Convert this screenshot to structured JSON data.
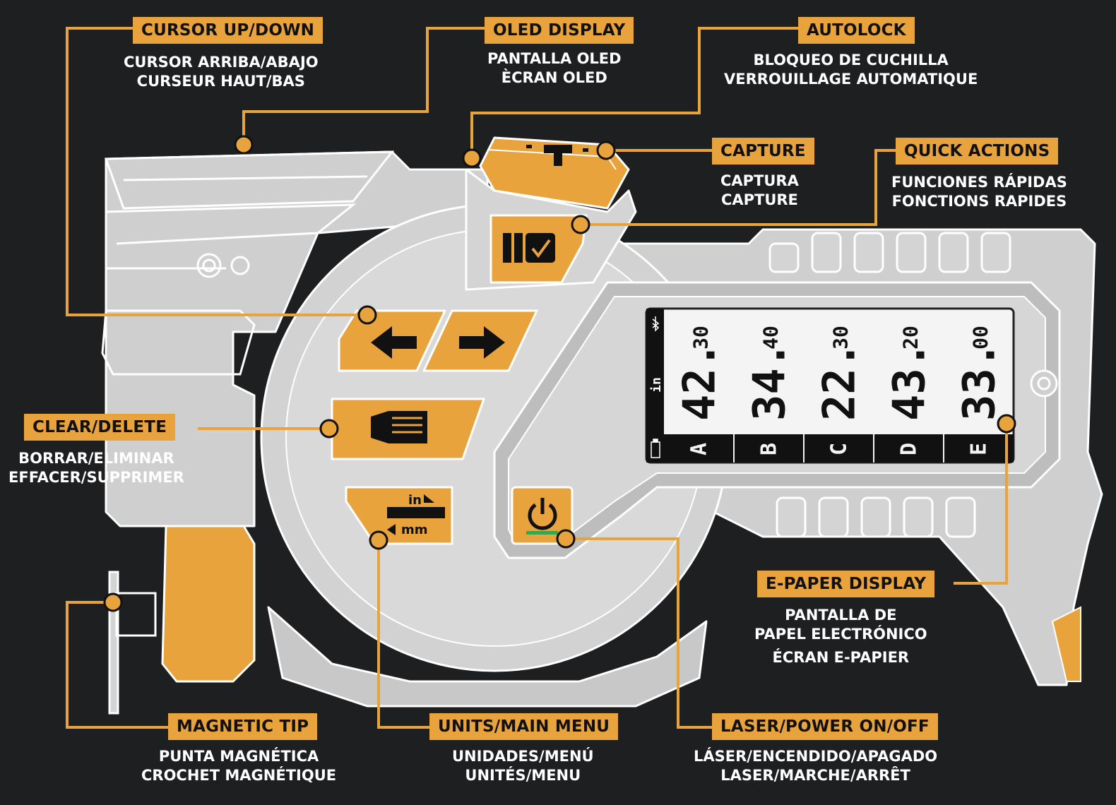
{
  "colors": {
    "background": "#1d1f21",
    "accent": "#e8a33d",
    "body": "#d4d4d4",
    "line": "#ffffff",
    "screen": "#f2f2f2"
  },
  "callouts": {
    "cursor_up_down": {
      "title": "CURSOR UP/DOWN",
      "lines": [
        "CURSOR ARRIBA/ABAJO",
        "CURSEUR HAUT/BAS"
      ]
    },
    "oled_display": {
      "title": "OLED DISPLAY",
      "lines": [
        "PANTALLA OLED",
        "ÈCRAN OLED"
      ]
    },
    "autolock": {
      "title": "AUTOLOCK",
      "lines": [
        "BLOQUEO DE CUCHILLA",
        "VERROUILLAGE AUTOMATIQUE"
      ]
    },
    "capture": {
      "title": "CAPTURE",
      "lines": [
        "CAPTURA",
        "CAPTURE"
      ]
    },
    "quick_actions": {
      "title": "QUICK ACTIONS",
      "lines": [
        "FUNCIONES RÁPIDAS",
        "FONCTIONS RAPIDES"
      ]
    },
    "clear_delete": {
      "title": "CLEAR/DELETE",
      "lines": [
        "BORRAR/ELIMINAR",
        "EFFACER/SUPPRIMER"
      ]
    },
    "epaper_display": {
      "title": "E-PAPER DISPLAY",
      "lines": [
        "PANTALLA DE",
        "PAPEL ELECTRÓNICO",
        "ÉCRAN E-PAPIER"
      ]
    },
    "magnetic_tip": {
      "title": "MAGNETIC TIP",
      "lines": [
        "PUNTA MAGNÉTICA",
        "CROCHET MAGNÉTIQUE"
      ]
    },
    "units_main_menu": {
      "title": "UNITS/MAIN MENU",
      "lines": [
        "UNIDADES/MENÚ",
        "UNITÉS/MENU"
      ]
    },
    "laser_power": {
      "title": "LASER/POWER ON/OFF",
      "lines": [
        "LÁSER/ENCENDIDO/APAGADO",
        "LASER/MARCHE/ARRÊT"
      ]
    }
  },
  "screen": {
    "unit": "in",
    "measurements": [
      {
        "slot": "A",
        "whole": "42.",
        "frac": "30"
      },
      {
        "slot": "B",
        "whole": "34.",
        "frac": "40"
      },
      {
        "slot": "C",
        "whole": "22.",
        "frac": "30"
      },
      {
        "slot": "D",
        "whole": "43.",
        "frac": "20"
      },
      {
        "slot": "E",
        "whole": "33.",
        "frac": "00"
      }
    ]
  },
  "units_button": {
    "top": "in",
    "bottom": "mm"
  }
}
